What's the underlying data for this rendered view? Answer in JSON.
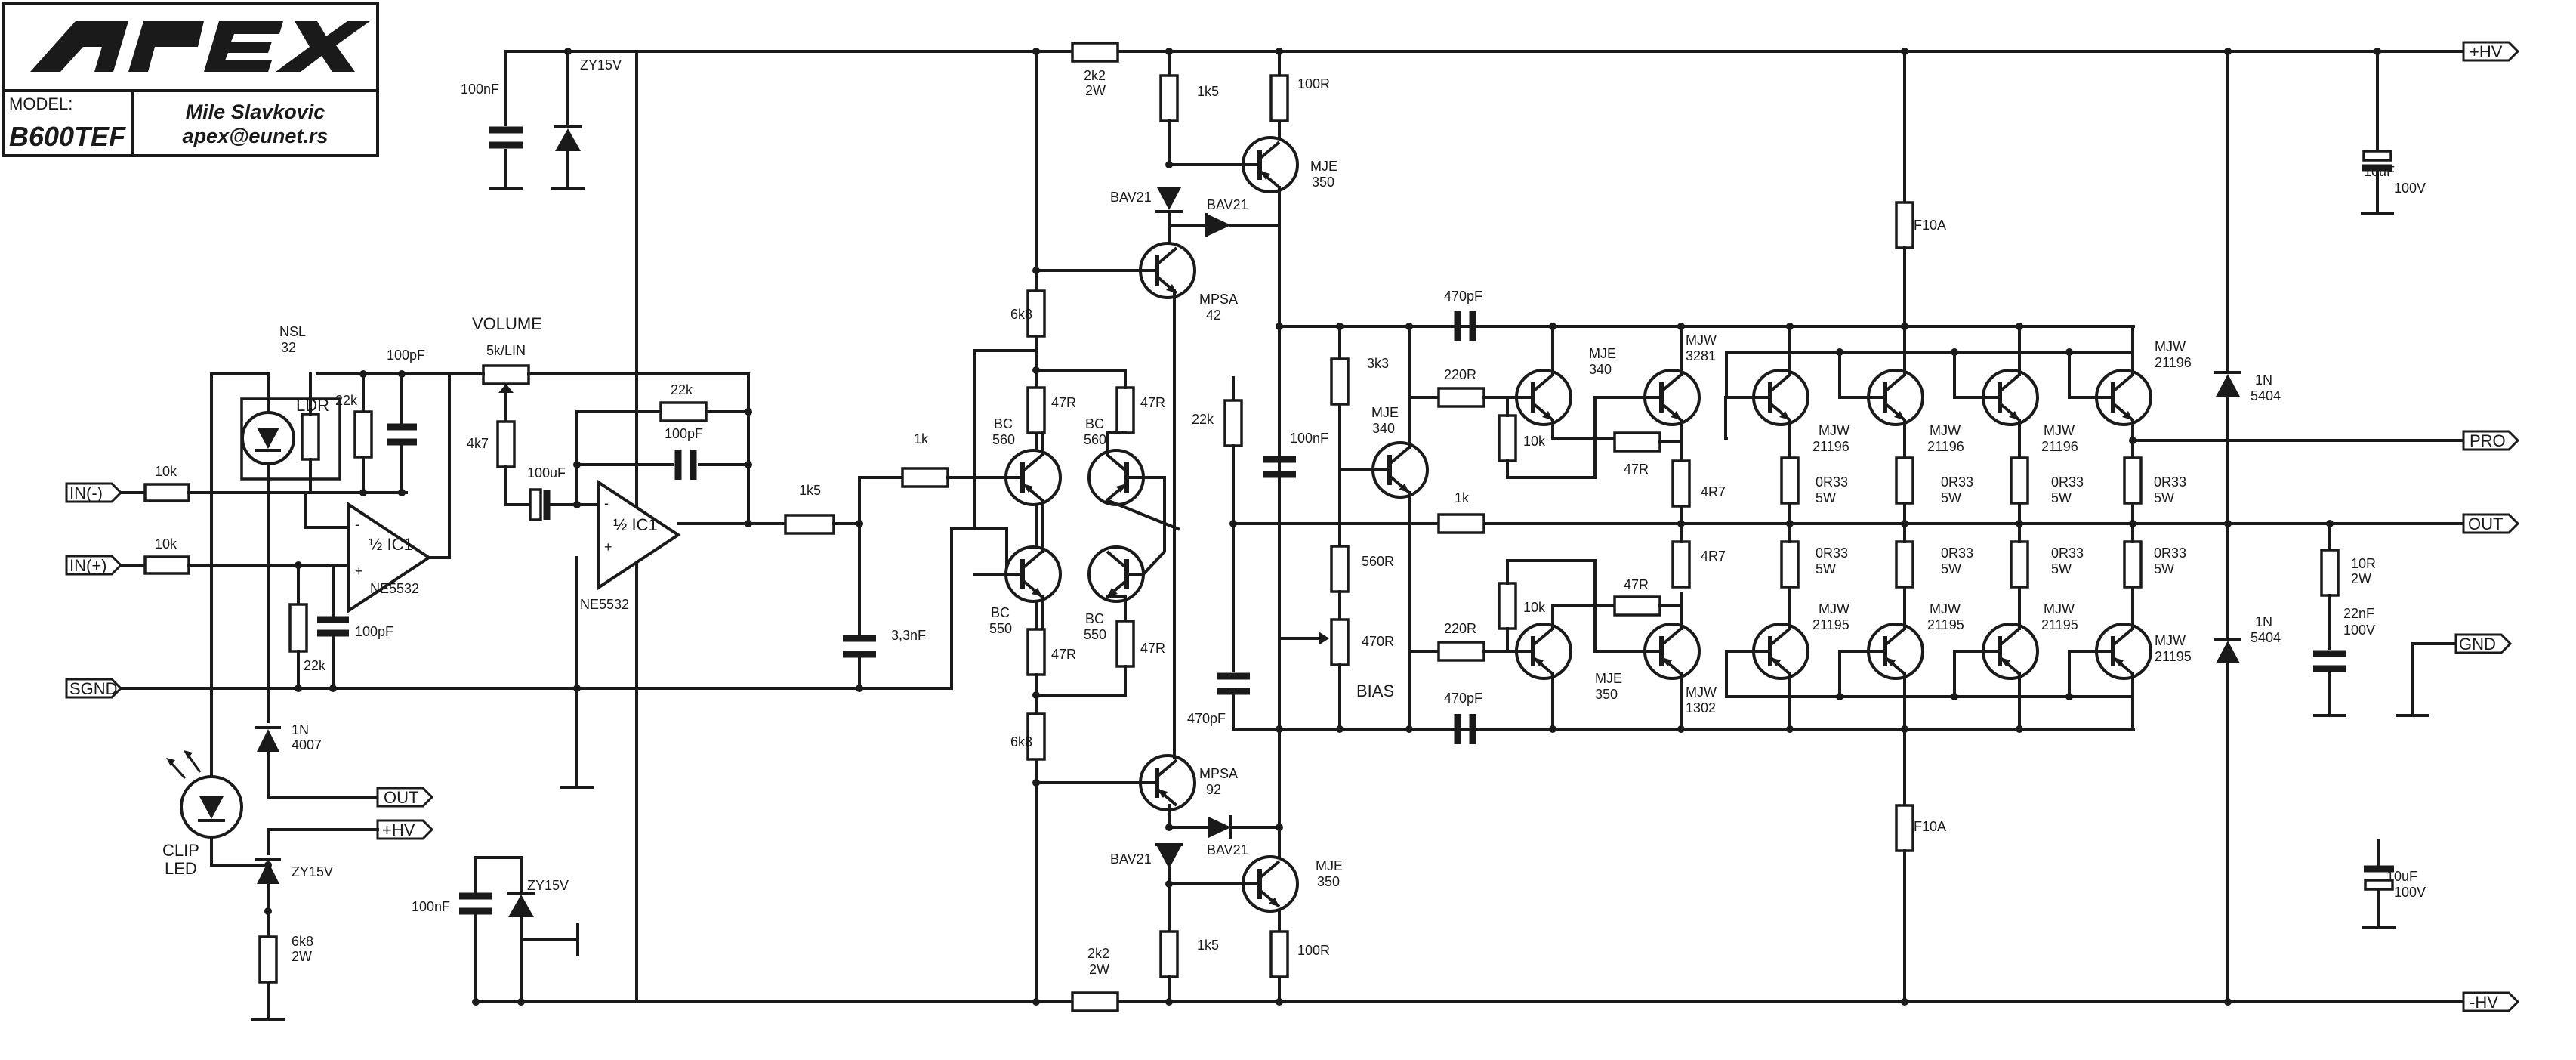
{
  "title_block": {
    "logo": "APEX",
    "model_label": "MODEL:",
    "model": "B600TEF",
    "author": "Mile Slavkovic",
    "email": "apex@eunet.rs"
  },
  "ports": {
    "in_minus": "IN(-)",
    "in_plus": "IN(+)",
    "sgnd": "SGND",
    "clip_out": "OUT",
    "clip_hv": "+HV",
    "hv_pos": "+HV",
    "pro": "PRO",
    "out": "OUT",
    "gnd": "GND",
    "hv_neg": "-HV"
  },
  "labels": {
    "c_100nf_top": "100nF",
    "zy15v_top": "ZY15V",
    "nsl": "NSL",
    "nsl32": "32",
    "ldr": "LDR",
    "c_100pf_ldr": "100pF",
    "r_22k_ldr": "22k",
    "volume": "VOLUME",
    "pot_5k": "5k/LIN",
    "r_4k7": "4k7",
    "c_100uf": "100uF",
    "r_22k_fb": "22k",
    "c_100pf_fb": "100pF",
    "r_10k_a": "10k",
    "r_10k_b": "10k",
    "ic1_a": "½ IC1",
    "ic1_b": "½ IC1",
    "ne5532_a": "NE5532",
    "ne5532_b": "NE5532",
    "r_22k_in": "22k",
    "c_100pf_in": "100pF",
    "d_1n": "1N",
    "d_4007": "4007",
    "clip": "CLIP",
    "led": "LED",
    "zy15v_clip": "ZY15V",
    "r_6k8_2w": "6k8",
    "r_6k8_2w_p": "2W",
    "c_100nf_bot": "100nF",
    "zy15v_bot": "ZY15V",
    "r_1k5": "1k5",
    "r_1k": "1k",
    "c_3n3": "3,3nF",
    "r_2k2_top": "2k2",
    "r_2k2_top_p": "2W",
    "r_2k2_bot": "2k2",
    "r_2k2_bot_p": "2W",
    "r_1k5_top": "1k5",
    "r_1k5_bot": "1k5",
    "r_100r_top": "100R",
    "r_100r_bot": "100R",
    "mje350_top": "MJE",
    "mje350_top_n": "350",
    "mje350_bot": "MJE",
    "mje350_bot_n": "350",
    "bav21_1": "BAV21",
    "bav21_2": "BAV21",
    "bav21_3": "BAV21",
    "bav21_4": "BAV21",
    "mpsa42": "MPSA",
    "mpsa42_n": "42",
    "mpsa92": "MPSA",
    "mpsa92_n": "92",
    "r_6k8_top": "6k8",
    "r_6k8_bot": "6k8",
    "r_47r_1": "47R",
    "r_47r_2": "47R",
    "r_47r_3": "47R",
    "r_47r_4": "47R",
    "bc560_a": "BC",
    "bc560_a_n": "560",
    "bc560_b": "BC",
    "bc560_b_n": "560",
    "bc550_a": "BC",
    "bc550_a_n": "550",
    "bc550_b": "BC",
    "bc550_b_n": "550",
    "r_22k_vas": "22k",
    "c_100nf_vas": "100nF",
    "c_470pf_vas": "470pF",
    "r_3k3": "3k3",
    "mje340_bias": "MJE",
    "mje340_bias_n": "340",
    "r_560r": "560R",
    "pot_470r": "470R",
    "bias": "BIAS",
    "c_470pf_top": "470pF",
    "c_470pf_bot": "470pF",
    "r_220r_top": "220R",
    "r_220r_bot": "220R",
    "r_1k_out": "1k",
    "r_10k_top": "10k",
    "r_10k_bot": "10k",
    "r_47r_d1": "47R",
    "r_47r_d2": "47R",
    "mje340_drv": "MJE",
    "mje340_drv_n": "340",
    "mje350_drv": "MJE",
    "mje350_drv_n": "350",
    "mjw3281": "MJW",
    "mjw3281_n": "3281",
    "mjw1302": "MJW",
    "mjw1302_n": "1302",
    "r_4r7_top": "4R7",
    "r_4r7_bot": "4R7",
    "mjw21196": "MJW",
    "mjw21196_n": "21196",
    "mjw21195": "MJW",
    "mjw21195_n": "21195",
    "r_0r33": "0R33",
    "r_0r33_p": "5W",
    "f10a_top": "F10A",
    "f10a_bot": "F10A",
    "d_1n5404": "1N",
    "d_1n5404_n": "5404",
    "c_10uf": "10uF",
    "c_10uf_v": "100V",
    "r_10r": "10R",
    "r_10r_p": "2W",
    "c_22nf": "22nF",
    "c_22nf_v": "100V"
  }
}
